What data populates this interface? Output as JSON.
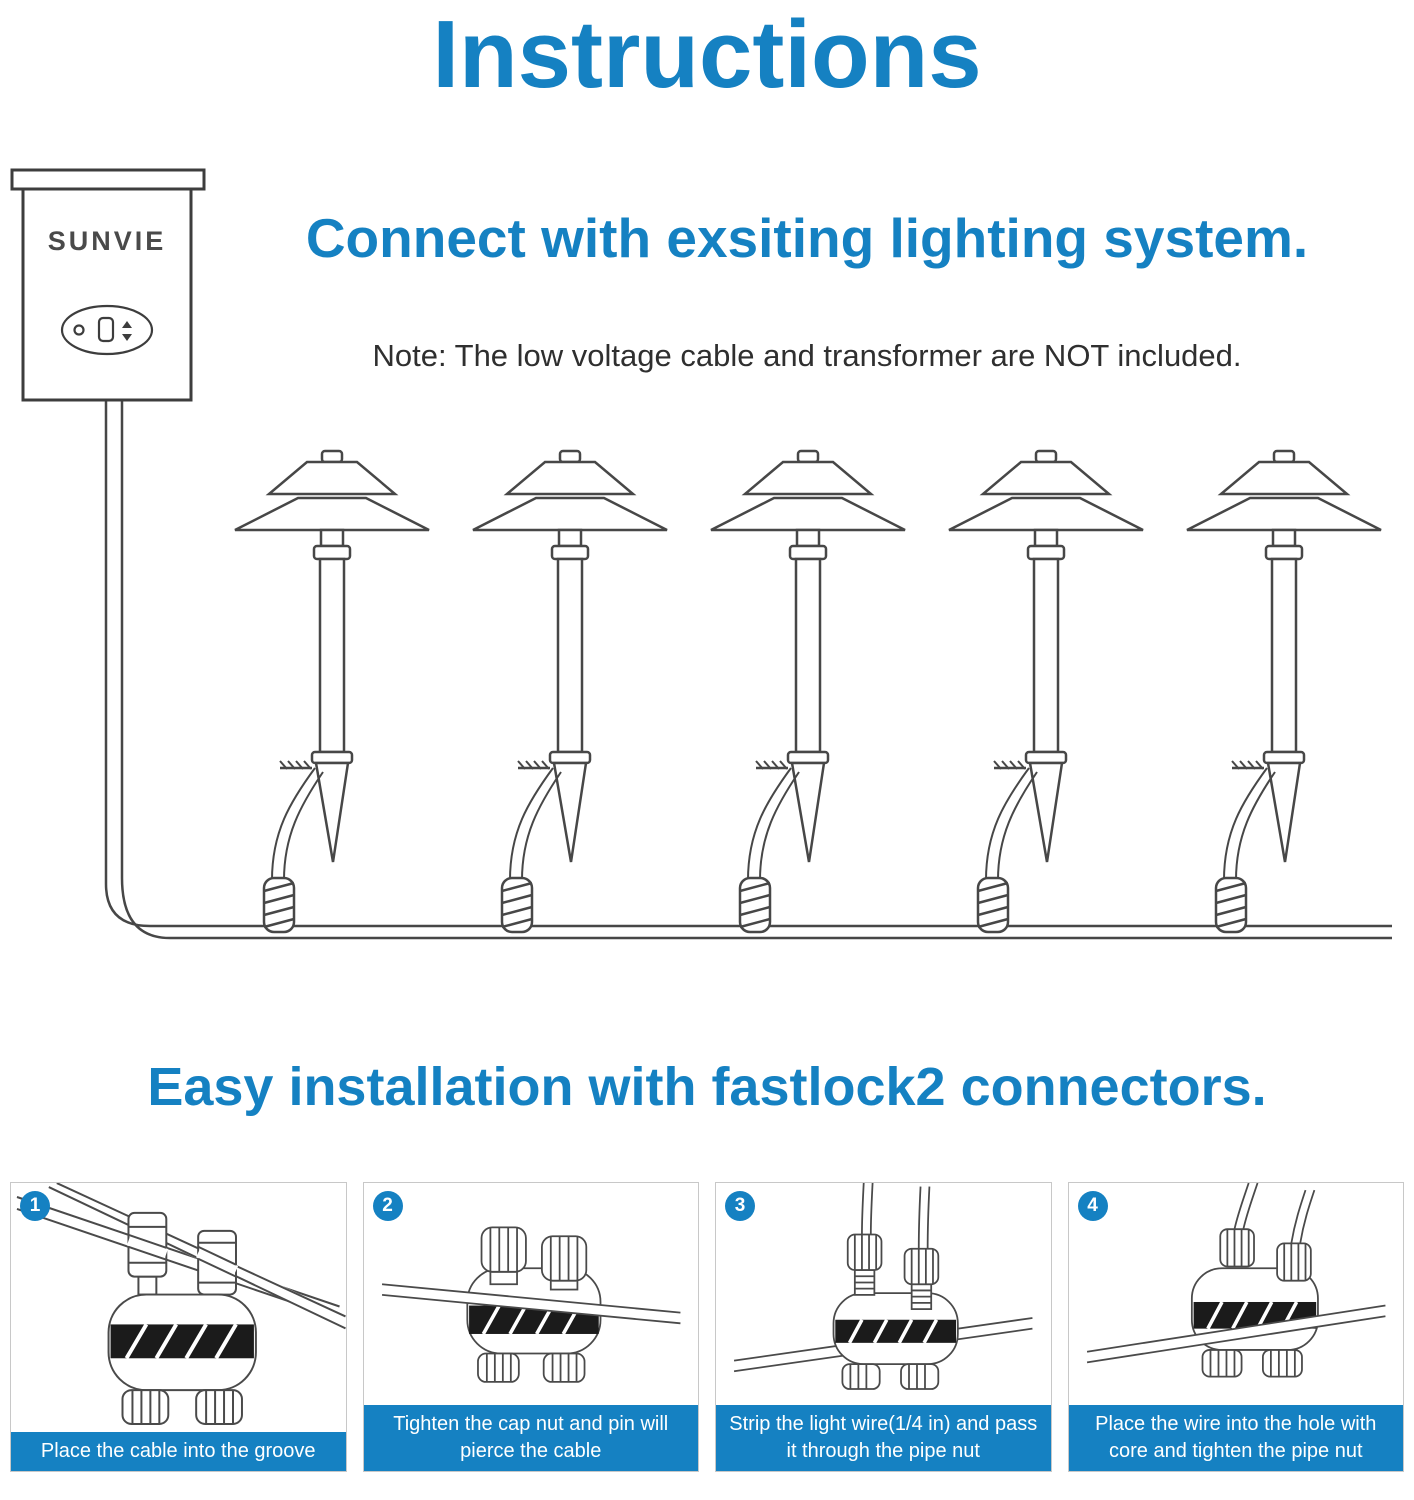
{
  "title": "Instructions",
  "colors": {
    "accent": "#1581c2",
    "line": "#474747"
  },
  "transformer": {
    "brand": "SUNVIE"
  },
  "section_connect": {
    "heading": "Connect with exsiting lighting system.",
    "note": "Note: The low voltage cable and transformer are NOT included."
  },
  "section_install": {
    "heading": "Easy installation with fastlock2 connectors."
  },
  "diagram": {
    "lights_count": 5,
    "icons": {
      "transformer": "transformer-box-icon",
      "light": "path-light-icon",
      "connector": "fastlock2-connector-icon",
      "control": "timer-control-icon"
    }
  },
  "steps": [
    {
      "number": "1",
      "caption": "Place the cable into the groove"
    },
    {
      "number": "2",
      "caption": "Tighten the cap nut and pin will pierce the cable"
    },
    {
      "number": "3",
      "caption": "Strip the light wire(1/4 in) and pass it through the pipe nut"
    },
    {
      "number": "4",
      "caption": "Place the wire into the hole with core and tighten the pipe nut"
    }
  ]
}
